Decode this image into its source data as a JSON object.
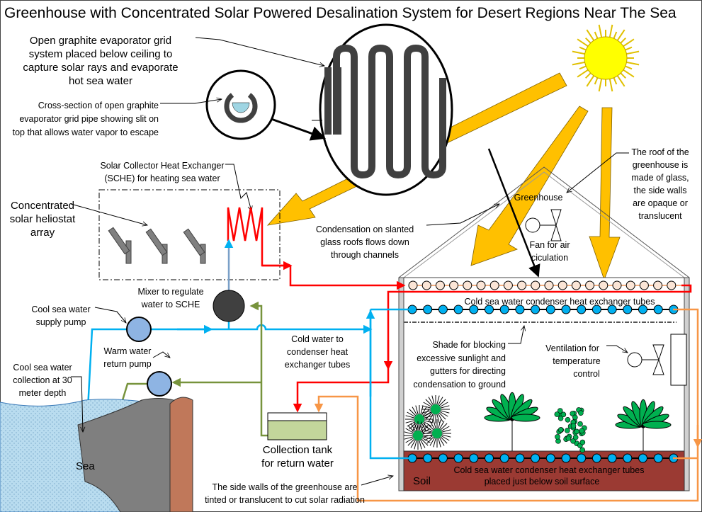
{
  "title": "Greenhouse with Concentrated Solar Powered Desalination System for Desert Regions Near The Sea",
  "labels": {
    "evaporator_grid": [
      "Open graphite evaporator grid",
      "system placed below ceiling to",
      "capture solar rays and evaporate",
      "hot sea water"
    ],
    "cross_section": [
      "Cross-section of open graphite",
      "evaporator grid pipe showing slit on",
      "top that allows water vapor to escape"
    ],
    "sche": [
      "Solar Collector Heat Exchanger",
      "(SCHE) for heating sea water"
    ],
    "heliostat": [
      "Concentrated",
      "solar heliostat",
      "array"
    ],
    "roof_glass": [
      "The roof of the",
      "greenhouse is",
      "made of glass,",
      "the side walls",
      "are opaque or",
      "translucent"
    ],
    "greenhouse": "Greenhouse",
    "fan": [
      "Fan for air",
      "ciculation"
    ],
    "condensation": [
      "Condensation on slanted",
      "glass roofs flows down",
      "through channels"
    ],
    "mixer": [
      "Mixer to regulate",
      "water to SCHE"
    ],
    "supply_pump": [
      "Cool sea water",
      "supply pump"
    ],
    "return_pump": [
      "Warm water",
      "return pump"
    ],
    "collection_depth": [
      "Cool sea water",
      "collection at 30",
      "meter depth"
    ],
    "cold_water": [
      "Cold water to",
      "condenser heat",
      "exchanger tubes"
    ],
    "top_tubes": "Cold sea water condenser heat exchanger tubes",
    "shade": [
      "Shade for blocking",
      "excessive sunlight and",
      "gutters for directing",
      "condensation to ground"
    ],
    "ventilation": [
      "Ventilation for",
      "temperature",
      "control"
    ],
    "tank": [
      "Collection tank",
      "for return water"
    ],
    "sea": "Sea",
    "soil": "Soil",
    "soil_tubes": [
      "Cold sea water condenser heat exchanger tubes",
      "placed just below soil surface"
    ],
    "side_walls": [
      "The side walls of the greenhouse are",
      "tinted or translucent to cut solar radiation"
    ]
  },
  "colors": {
    "hot_pipe": "#ff0000",
    "cold_pipe": "#00b0f0",
    "return_pipe": "#77933c",
    "warm_return": "#f79646",
    "sun_ray": "#ffc000",
    "soil": "#9b3a33",
    "tank_water": "#c3d69b",
    "plant": "#00b050"
  }
}
